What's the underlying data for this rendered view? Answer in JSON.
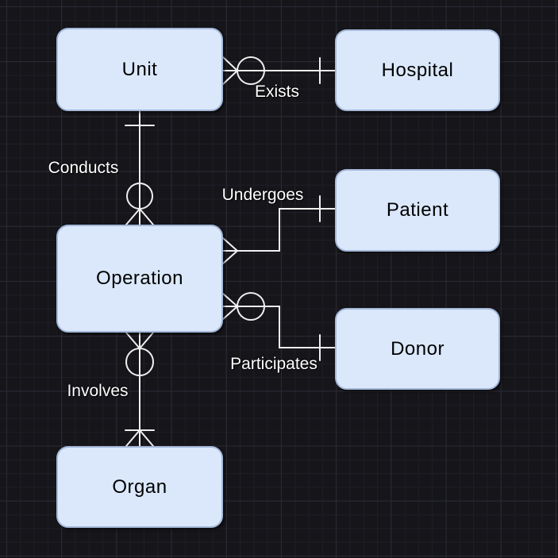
{
  "canvas": {
    "background_color": "#15151a",
    "grid_minor_color": "#1e1e25",
    "grid_major_color": "#2b2b34",
    "connector_color": "#f0f0f0",
    "entity_fill": "#dbe8fb",
    "entity_border": "#a4b8d9",
    "entity_text_color": "#000000",
    "edge_label_color": "#ffffff"
  },
  "entities": [
    {
      "label": "Unit"
    },
    {
      "label": "Hospital"
    },
    {
      "label": "Patient"
    },
    {
      "label": "Operation"
    },
    {
      "label": "Donor"
    },
    {
      "label": "Organ"
    }
  ],
  "relationships": [
    {
      "label": "Exists",
      "from": "Unit",
      "to": "Hospital",
      "from_cardinality": "zero-or-many",
      "to_cardinality": "one"
    },
    {
      "label": "Conducts",
      "from": "Unit",
      "to": "Operation",
      "from_cardinality": "one",
      "to_cardinality": "zero-or-many"
    },
    {
      "label": "Undergoes",
      "from": "Operation",
      "to": "Patient",
      "from_cardinality": "many",
      "to_cardinality": "one"
    },
    {
      "label": "Participates",
      "from": "Operation",
      "to": "Donor",
      "from_cardinality": "zero-or-many",
      "to_cardinality": "one"
    },
    {
      "label": "Involves",
      "from": "Operation",
      "to": "Organ",
      "from_cardinality": "zero-or-many",
      "to_cardinality": "one-or-many"
    }
  ]
}
